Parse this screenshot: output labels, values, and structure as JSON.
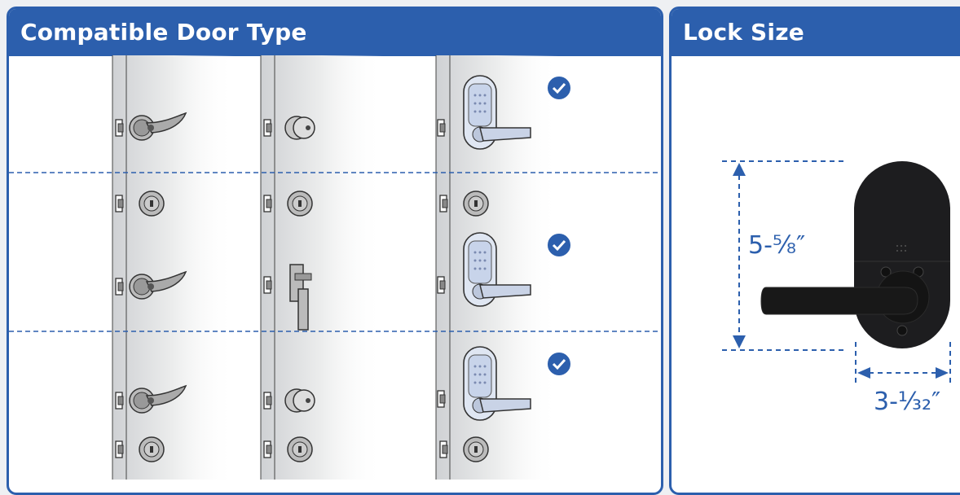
{
  "left_panel": {
    "title": "Compatible Door Type"
  },
  "right_panel": {
    "title": "Lock Size",
    "height_label": "5-⅝″",
    "width_label": "3-¹⁄₃₂″"
  },
  "colors": {
    "brand_blue": "#2c5fad",
    "check_blue": "#2c5fad",
    "lock_black": "#1d1d1f"
  },
  "rows": [
    {
      "row": 1,
      "compatible": true
    },
    {
      "row": 2,
      "compatible": true
    },
    {
      "row": 3,
      "compatible": true
    }
  ]
}
